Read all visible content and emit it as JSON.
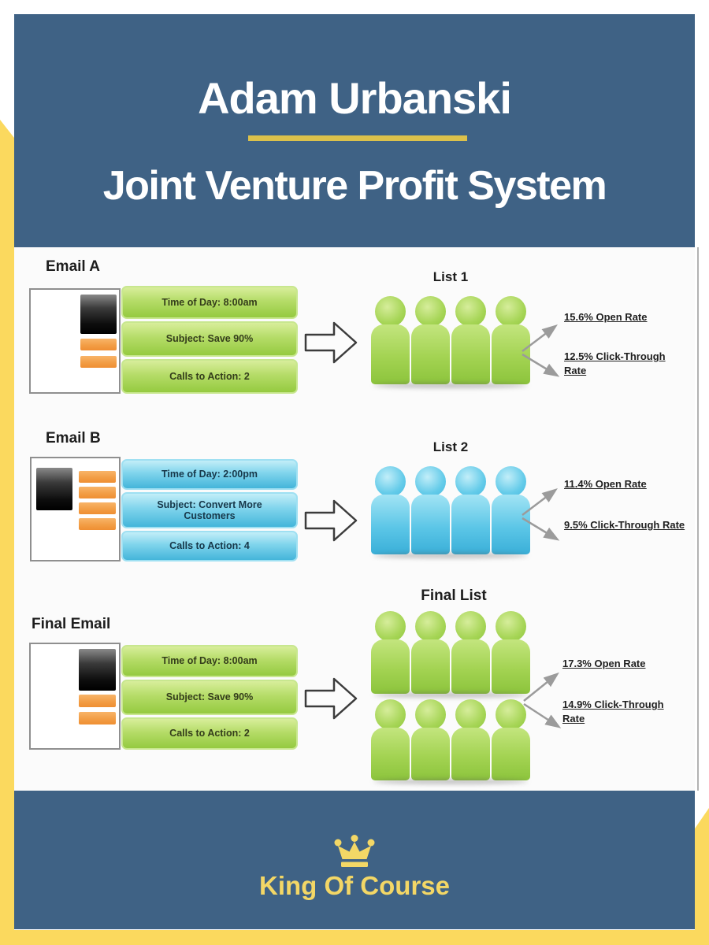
{
  "header": {
    "author": "Adam Urbanski",
    "title": "Joint Venture Profit System"
  },
  "diagram": {
    "rows": [
      {
        "email_label": "Email A",
        "theme": "green",
        "bars": [
          "Time of Day: 8:00am",
          "Subject: Save 90%",
          "Calls to Action: 2"
        ],
        "list_label": "List 1",
        "people_rows": 1,
        "people_per_row": 4,
        "open_rate": "15.6% Open Rate",
        "click_rate": "12.5% Click-Through Rate"
      },
      {
        "email_label": "Email B",
        "theme": "blue",
        "bars": [
          "Time of Day: 2:00pm",
          "Subject: Convert More Customers",
          "Calls to Action: 4"
        ],
        "list_label": "List 2",
        "people_rows": 1,
        "people_per_row": 4,
        "open_rate": "11.4% Open Rate",
        "click_rate": "9.5% Click-Through Rate"
      },
      {
        "email_label": "Final Email",
        "theme": "green",
        "bars": [
          "Time of Day: 8:00am",
          "Subject: Save 90%",
          "Calls to Action: 2"
        ],
        "list_label": "Final List",
        "people_rows": 2,
        "people_per_row": 4,
        "open_rate": "17.3% Open Rate",
        "click_rate": "14.9% Click-Through Rate"
      }
    ]
  },
  "footer": {
    "brand": "King Of Course"
  },
  "icons": {
    "crown": "crown-icon",
    "envelope": "envelope-icon",
    "flow_arrow": "arrow-right-icon",
    "split_arrows": "split-arrows-icon",
    "person": "person-icon"
  },
  "colors": {
    "panel_blue": "#3f6285",
    "corner_yellow": "#fbd95e",
    "divider_gold": "#dcc14b",
    "brand_yellow": "#f3d766",
    "bar_green": "#a5d452",
    "bar_blue": "#5ec4e4",
    "attachment_orange": "#f29c43"
  }
}
